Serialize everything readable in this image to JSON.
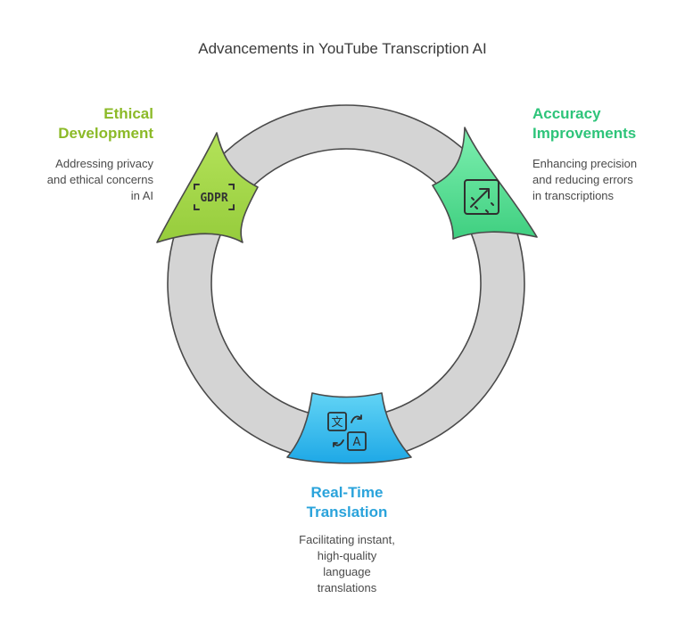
{
  "title": "Advancements in YouTube Transcription AI",
  "colors": {
    "ring_fill": "#d4d4d4",
    "ring_stroke": "#4a4a4a",
    "ethical": "#a6d94a",
    "accuracy": "#45d98a",
    "translation": "#33b8ea",
    "ethical_text": "#8cba28",
    "accuracy_text": "#2ec47a",
    "translation_text": "#2aa3db"
  },
  "stages": {
    "ethical": {
      "heading": [
        "Ethical",
        "Development"
      ],
      "description": [
        "Addressing privacy",
        "and ethical concerns",
        "in AI"
      ],
      "icon": "gdpr-icon",
      "icon_text": "GDPR"
    },
    "accuracy": {
      "heading": [
        "Accuracy",
        "Improvements"
      ],
      "description": [
        "Enhancing precision",
        "and reducing errors",
        "in transcriptions"
      ],
      "icon": "diagonal-arrow-icon"
    },
    "translation": {
      "heading": [
        "Real-Time",
        "Translation"
      ],
      "description": [
        "Facilitating instant,",
        "high-quality",
        "language",
        "translations"
      ],
      "icon": "translate-icon",
      "icon_text": [
        "文",
        "A"
      ]
    }
  }
}
